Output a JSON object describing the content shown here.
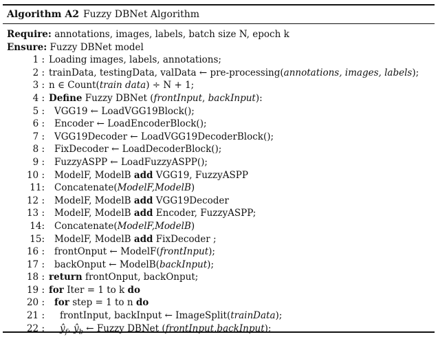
{
  "algorithm": {
    "label": "Algorithm A2",
    "name": "Fuzzy DBNet Algorithm",
    "require_kw": "Require:",
    "require_text": "annotations, images, labels, batch size N, epoch k",
    "ensure_kw": "Ensure:",
    "ensure_text": "Fuzzy DBNet model"
  },
  "steps": [
    {
      "num": "1 :",
      "parts": [
        {
          "t": "Loading images, labels, annotations;"
        }
      ]
    },
    {
      "num": "2 :",
      "parts": [
        {
          "t": "trainData, testingData, valData ← pre-processing("
        },
        {
          "t": "annotations, images, labels",
          "s": "it"
        },
        {
          "t": ");"
        }
      ]
    },
    {
      "num": "3 :",
      "parts": [
        {
          "t": "n ∈ Count("
        },
        {
          "t": "train data",
          "s": "it"
        },
        {
          "t": ") ÷ N + 1;"
        }
      ]
    },
    {
      "num": "4 :",
      "parts": [
        {
          "t": "Define",
          "s": "kw"
        },
        {
          "t": " Fuzzy DBNet ("
        },
        {
          "t": "frontInput",
          "s": "it"
        },
        {
          "t": ", "
        },
        {
          "t": "backInput",
          "s": "it"
        },
        {
          "t": "):"
        }
      ]
    },
    {
      "num": "5 :",
      "indent": 1,
      "parts": [
        {
          "t": "VGG19 ← LoadVGG19Block();"
        }
      ]
    },
    {
      "num": "6 :",
      "indent": 1,
      "parts": [
        {
          "t": "Encoder ← LoadEncoderBlock();"
        }
      ]
    },
    {
      "num": "7 :",
      "indent": 1,
      "parts": [
        {
          "t": "VGG19Decoder ← LoadVGG19DecoderBlock();"
        }
      ]
    },
    {
      "num": "8 :",
      "indent": 1,
      "parts": [
        {
          "t": "FixDecoder ← LoadDecoderBlock();"
        }
      ]
    },
    {
      "num": "9 :",
      "indent": 1,
      "parts": [
        {
          "t": "FuzzyASPP ← LoadFuzzyASPP();"
        }
      ]
    },
    {
      "num": "10 :",
      "indent": 1,
      "parts": [
        {
          "t": "ModelF, ModelB "
        },
        {
          "t": "add",
          "s": "kw"
        },
        {
          "t": " VGG19, FuzzyASPP"
        }
      ]
    },
    {
      "num": "11:",
      "indent": 1,
      "parts": [
        {
          "t": "Concatenate("
        },
        {
          "t": "ModelF,ModelB",
          "s": "it"
        },
        {
          "t": ")"
        }
      ]
    },
    {
      "num": "12 :",
      "indent": 1,
      "parts": [
        {
          "t": "ModelF, ModelB "
        },
        {
          "t": "add",
          "s": "kw"
        },
        {
          "t": " VGG19Decoder"
        }
      ]
    },
    {
      "num": "13 :",
      "indent": 1,
      "parts": [
        {
          "t": "ModelF, ModelB "
        },
        {
          "t": "add",
          "s": "kw"
        },
        {
          "t": " Encoder, FuzzyASPP;"
        }
      ]
    },
    {
      "num": "14:",
      "indent": 1,
      "parts": [
        {
          "t": "Concatenate("
        },
        {
          "t": "ModelF,ModelB",
          "s": "it"
        },
        {
          "t": ")"
        }
      ]
    },
    {
      "num": "15:",
      "indent": 1,
      "parts": [
        {
          "t": "ModelF, ModelB "
        },
        {
          "t": "add",
          "s": "kw"
        },
        {
          "t": " FixDecoder ;"
        }
      ]
    },
    {
      "num": "16 :",
      "indent": 1,
      "parts": [
        {
          "t": "frontOnput ← ModelF("
        },
        {
          "t": "frontInput",
          "s": "it"
        },
        {
          "t": ");"
        }
      ]
    },
    {
      "num": "17 :",
      "indent": 1,
      "parts": [
        {
          "t": "backOnput ← ModelB("
        },
        {
          "t": "backInput",
          "s": "it"
        },
        {
          "t": ");"
        }
      ]
    },
    {
      "num": "18 :",
      "parts": [
        {
          "t": "return",
          "s": "kw"
        },
        {
          "t": " frontOnput, backOnput;"
        }
      ]
    },
    {
      "num": "19 :",
      "parts": [
        {
          "t": "for",
          "s": "kw"
        },
        {
          "t": " Iter = 1 to k "
        },
        {
          "t": "do",
          "s": "kw"
        }
      ]
    },
    {
      "num": "20 :",
      "indent": 1,
      "parts": [
        {
          "t": "for",
          "s": "kw"
        },
        {
          "t": " step = 1 to n "
        },
        {
          "t": "do",
          "s": "kw"
        }
      ]
    },
    {
      "num": "21 :",
      "indent": 2,
      "parts": [
        {
          "t": "frontInput, backInput ← ImageSplit("
        },
        {
          "t": "trainData",
          "s": "it"
        },
        {
          "t": ");"
        }
      ]
    },
    {
      "num": "22 :",
      "indent": 2,
      "parts": [
        {
          "t": "ŷ",
          "s": "it"
        },
        {
          "t": "f",
          "s": "it-sub"
        },
        {
          "t": ", "
        },
        {
          "t": "ŷ",
          "s": "it"
        },
        {
          "t": "b",
          "s": "it-sub"
        },
        {
          "t": " ← Fuzzy DBNet ("
        },
        {
          "t": "frontInput",
          "s": "it"
        },
        {
          "t": ","
        },
        {
          "t": "backInput",
          "s": "it"
        },
        {
          "t": ");"
        }
      ]
    }
  ]
}
